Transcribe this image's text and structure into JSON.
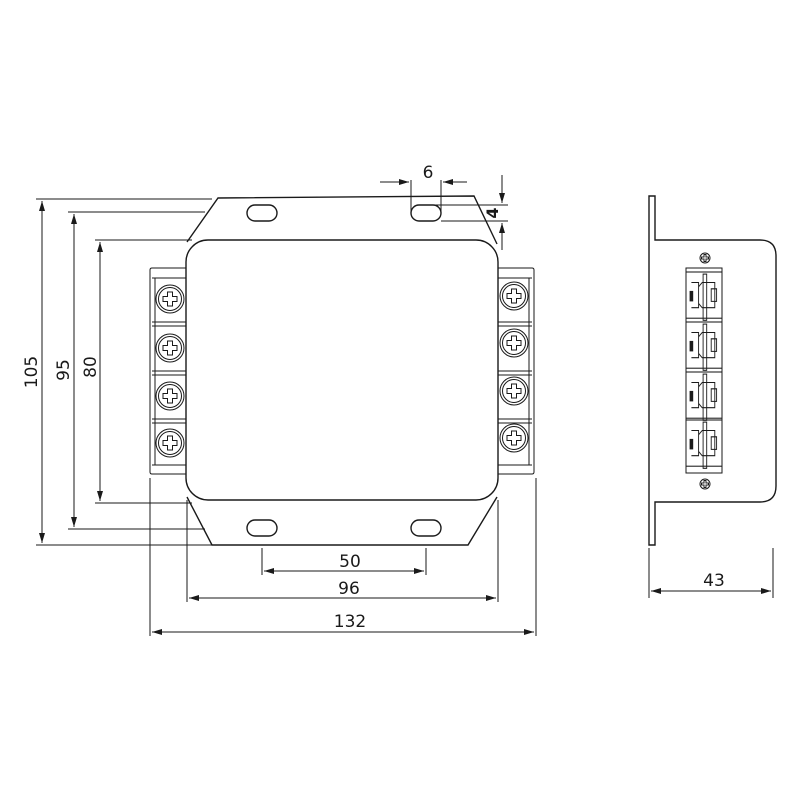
{
  "drawing": {
    "front_view": {
      "terminals_left": 4,
      "terminals_right": 4,
      "dimensions": {
        "overall_width": "132",
        "body_width": "96",
        "hole_spacing": "50",
        "slot_width": "6",
        "slot_height": "4",
        "overall_height": "105",
        "flange_height": "95",
        "body_height": "80"
      }
    },
    "side_view": {
      "terminals": 4,
      "dimensions": {
        "depth": "43"
      }
    },
    "colors": {
      "line": "#1a1a1a",
      "background": "#ffffff"
    }
  }
}
